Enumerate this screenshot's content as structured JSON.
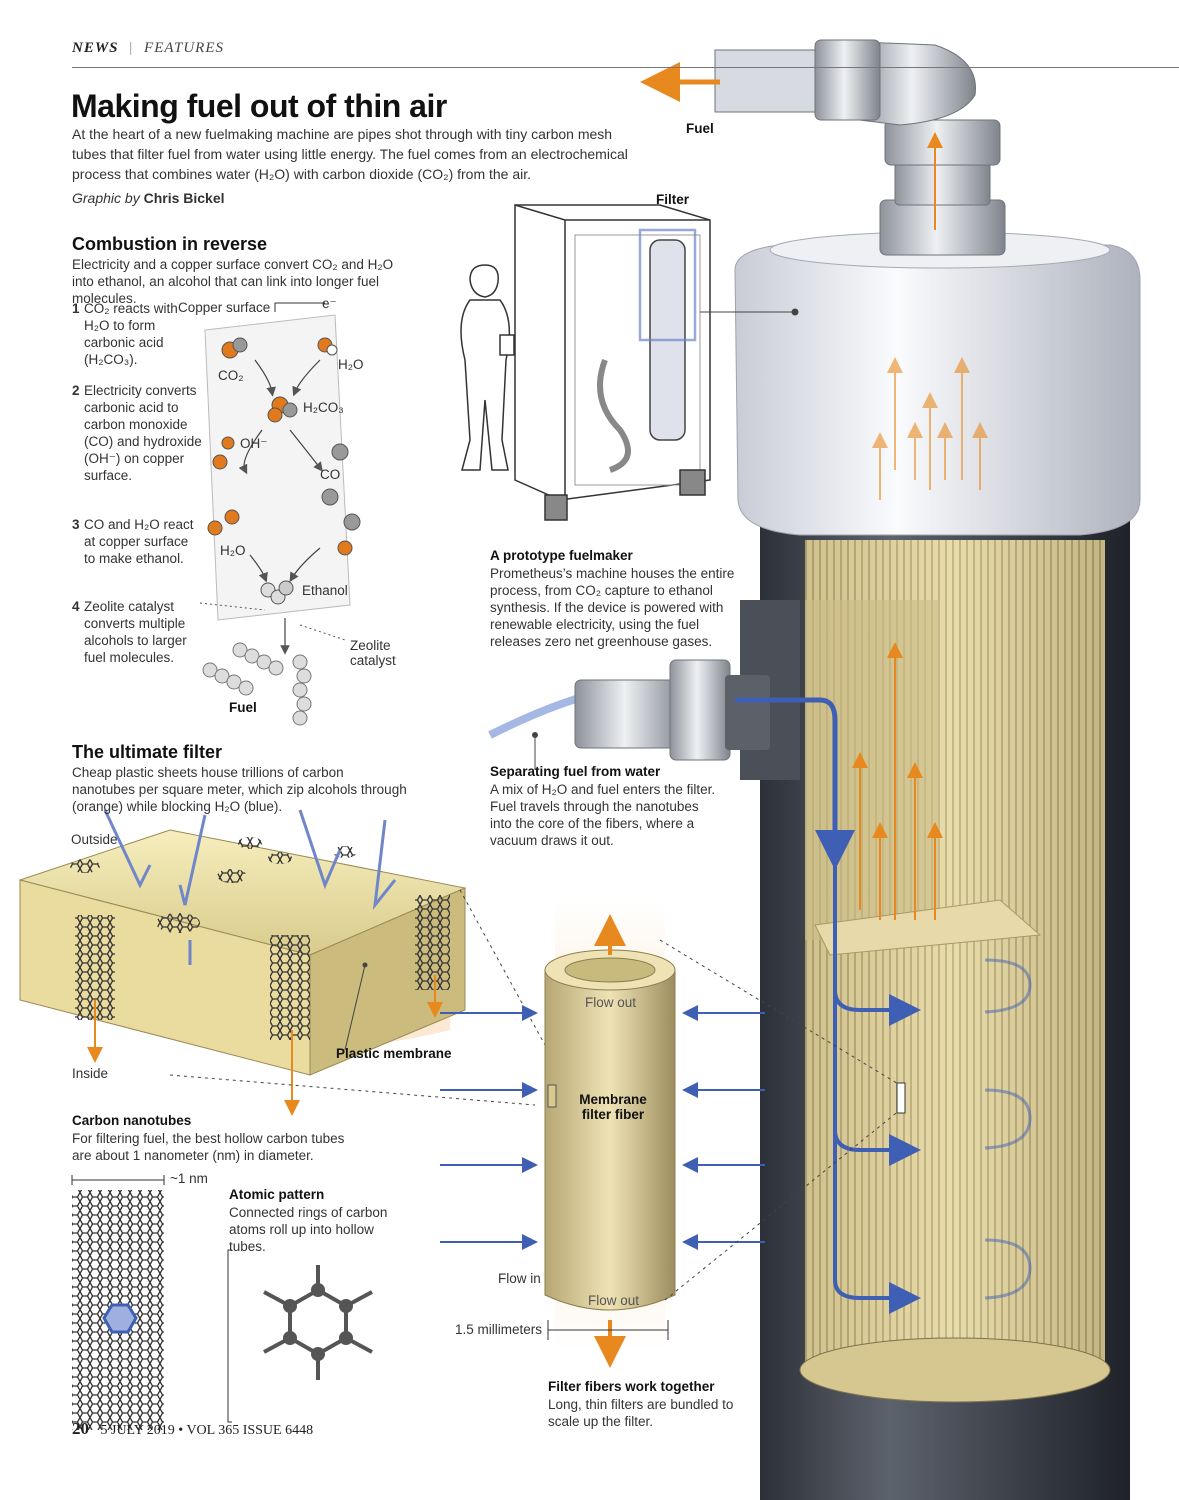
{
  "header": {
    "section": "NEWS",
    "separator": "|",
    "subsection": "FEATURES"
  },
  "title": "Making fuel out of thin air",
  "intro": "At the heart of a new fuelmaking machine are pipes shot through with tiny carbon mesh tubes that filter fuel from water using little energy. The fuel comes from an electrochemical process that combines water (H₂O) with carbon dioxide (CO₂) from the air.",
  "credit": {
    "prefix": "Graphic by",
    "name": "Chris Bickel"
  },
  "combustion": {
    "heading": "Combustion in reverse",
    "body": "Electricity and a copper surface convert CO₂ and H₂O into ethanol, an alcohol that can link into longer fuel molecules.",
    "steps": [
      {
        "num": "1",
        "text": "CO₂ reacts with H₂O to form carbonic acid (H₂CO₃)."
      },
      {
        "num": "2",
        "text": "Electricity converts carbonic acid to carbon monoxide (CO) and hydroxide (OH⁻) on copper surface."
      },
      {
        "num": "3",
        "text": "CO and H₂O react at copper surface to make ethanol."
      },
      {
        "num": "4",
        "text": "Zeolite catalyst converts multiple alcohols to larger fuel molecules."
      }
    ],
    "labels": {
      "copper_surface": "Copper surface",
      "electron": "e⁻",
      "co2": "CO₂",
      "h2o_top": "H₂O",
      "h2co3": "H₂CO₃",
      "oh": "OH⁻",
      "co": "CO",
      "h2o_bottom": "H₂O",
      "ethanol": "Ethanol",
      "zeolite": "Zeolite catalyst",
      "fuel": "Fuel"
    }
  },
  "prototype": {
    "filter_label": "Filter",
    "heading": "A prototype fuelmaker",
    "body": "Prometheus’s machine houses the entire process, from CO₂ capture to ethanol synthesis. If the device is powered with renewable electricity, using the fuel releases zero net greenhouse gases."
  },
  "fuel_outlet_label": "Fuel",
  "separating": {
    "heading": "Separating fuel from water",
    "body": "A mix of H₂O and fuel enters the filter. Fuel travels through the nanotubes into the core of the fibers, where a vacuum draws it out."
  },
  "ultimate": {
    "heading": "The ultimate filter",
    "body": "Cheap plastic sheets house trillions of carbon nanotubes per square meter, which zip alcohols through (orange) while blocking H₂O (blue).",
    "outside": "Outside",
    "inside": "Inside",
    "plastic": "Plastic membrane"
  },
  "nanotubes": {
    "heading": "Carbon nanotubes",
    "body": "For filtering fuel, the best hollow carbon tubes are about 1 nanometer (nm) in diameter.",
    "size": "~1 nm"
  },
  "atomic": {
    "heading": "Atomic pattern",
    "body": "Connected rings of carbon atoms roll up into hollow tubes."
  },
  "fiber": {
    "flow_out_top": "Flow out",
    "label": "Membrane filter fiber",
    "flow_in": "Flow in",
    "flow_out_bottom": "Flow out",
    "dimension": "1.5 millimeters"
  },
  "together": {
    "heading": "Filter fibers work together",
    "body": "Long, thin filters are bundled to scale up the filter."
  },
  "footer": {
    "page": "20",
    "issue": "5 JULY 2019 • VOL 365 ISSUE 6448"
  },
  "colors": {
    "water": "#3f5fb5",
    "fuel": "#e8891f",
    "membrane": "#efe3b5",
    "copper": "#e07a1c"
  }
}
